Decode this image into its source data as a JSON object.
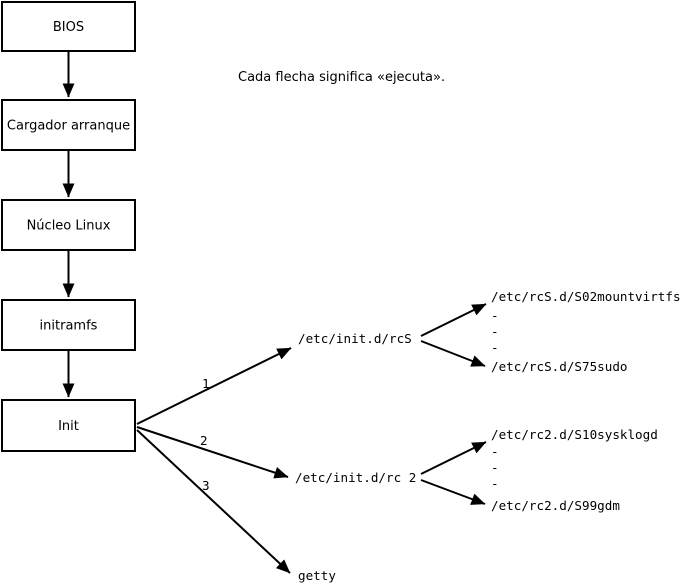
{
  "note": "Cada flecha significa «ejecuta».",
  "colors": {
    "line": "#000000",
    "background": "#ffffff"
  },
  "boot_chain": [
    {
      "label": "BIOS"
    },
    {
      "label": "Cargador arranque"
    },
    {
      "label": "Núcleo Linux"
    },
    {
      "label": "initramfs"
    },
    {
      "label": "Init"
    }
  ],
  "init_fan": [
    {
      "number": "1",
      "target": "/etc/init.d/rcS"
    },
    {
      "number": "2",
      "target": "/etc/init.d/rc 2"
    },
    {
      "number": "3",
      "target": "getty"
    }
  ],
  "rcS_scripts": {
    "first": "/etc/rcS.d/S02mountvirtfs",
    "ellipsis": [
      "-",
      "-",
      "-"
    ],
    "last": "/etc/rcS.d/S75sudo"
  },
  "rc2_scripts": {
    "first": "/etc/rc2.d/S10sysklogd",
    "ellipsis": [
      "-",
      "-",
      "-"
    ],
    "last": "/etc/rc2.d/S99gdm"
  }
}
